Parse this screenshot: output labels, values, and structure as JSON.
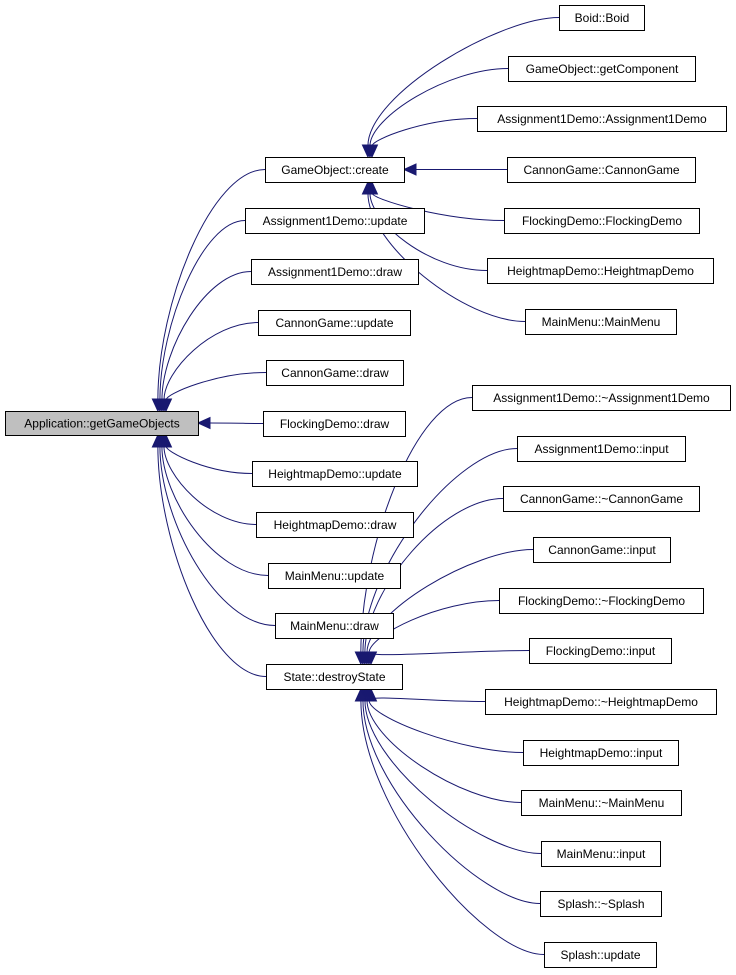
{
  "nodes": {
    "root": "Application::getGameObjects",
    "go_create": "GameObject::create",
    "a1_update": "Assignment1Demo::update",
    "a1_draw": "Assignment1Demo::draw",
    "cg_update": "CannonGame::update",
    "cg_draw": "CannonGame::draw",
    "fd_draw": "FlockingDemo::draw",
    "hm_update": "HeightmapDemo::update",
    "hm_draw": "HeightmapDemo::draw",
    "mm_update": "MainMenu::update",
    "mm_draw": "MainMenu::draw",
    "destroy": "State::destroyState",
    "boid": "Boid::Boid",
    "getcomp": "GameObject::getComponent",
    "a1_ctor": "Assignment1Demo::Assignment1Demo",
    "cg_ctor": "CannonGame::CannonGame",
    "fd_ctor": "FlockingDemo::FlockingDemo",
    "hm_ctor": "HeightmapDemo::HeightmapDemo",
    "mm_ctor": "MainMenu::MainMenu",
    "a1_dtor": "Assignment1Demo::~Assignment1Demo",
    "a1_input": "Assignment1Demo::input",
    "cg_dtor": "CannonGame::~CannonGame",
    "cg_input": "CannonGame::input",
    "fd_dtor": "FlockingDemo::~FlockingDemo",
    "fd_input": "FlockingDemo::input",
    "hm_dtor": "HeightmapDemo::~HeightmapDemo",
    "hm_input": "HeightmapDemo::input",
    "mm_dtor": "MainMenu::~MainMenu",
    "mm_input": "MainMenu::input",
    "sp_dtor": "Splash::~Splash",
    "sp_update": "Splash::update"
  },
  "edges": [
    [
      "go_create",
      "root"
    ],
    [
      "a1_update",
      "root"
    ],
    [
      "a1_draw",
      "root"
    ],
    [
      "cg_update",
      "root"
    ],
    [
      "cg_draw",
      "root"
    ],
    [
      "fd_draw",
      "root"
    ],
    [
      "hm_update",
      "root"
    ],
    [
      "hm_draw",
      "root"
    ],
    [
      "mm_update",
      "root"
    ],
    [
      "mm_draw",
      "root"
    ],
    [
      "destroy",
      "root"
    ],
    [
      "boid",
      "go_create"
    ],
    [
      "getcomp",
      "go_create"
    ],
    [
      "a1_ctor",
      "go_create"
    ],
    [
      "cg_ctor",
      "go_create"
    ],
    [
      "fd_ctor",
      "go_create"
    ],
    [
      "hm_ctor",
      "go_create"
    ],
    [
      "mm_ctor",
      "go_create"
    ],
    [
      "a1_dtor",
      "destroy"
    ],
    [
      "a1_input",
      "destroy"
    ],
    [
      "cg_dtor",
      "destroy"
    ],
    [
      "cg_input",
      "destroy"
    ],
    [
      "fd_dtor",
      "destroy"
    ],
    [
      "fd_input",
      "destroy"
    ],
    [
      "hm_dtor",
      "destroy"
    ],
    [
      "hm_input",
      "destroy"
    ],
    [
      "mm_dtor",
      "destroy"
    ],
    [
      "mm_input",
      "destroy"
    ],
    [
      "sp_dtor",
      "destroy"
    ],
    [
      "sp_update",
      "destroy"
    ]
  ],
  "colors": {
    "edge": "#191970",
    "root_fill": "#bfbfbf",
    "node_fill": "#ffffff",
    "border": "#000000"
  }
}
